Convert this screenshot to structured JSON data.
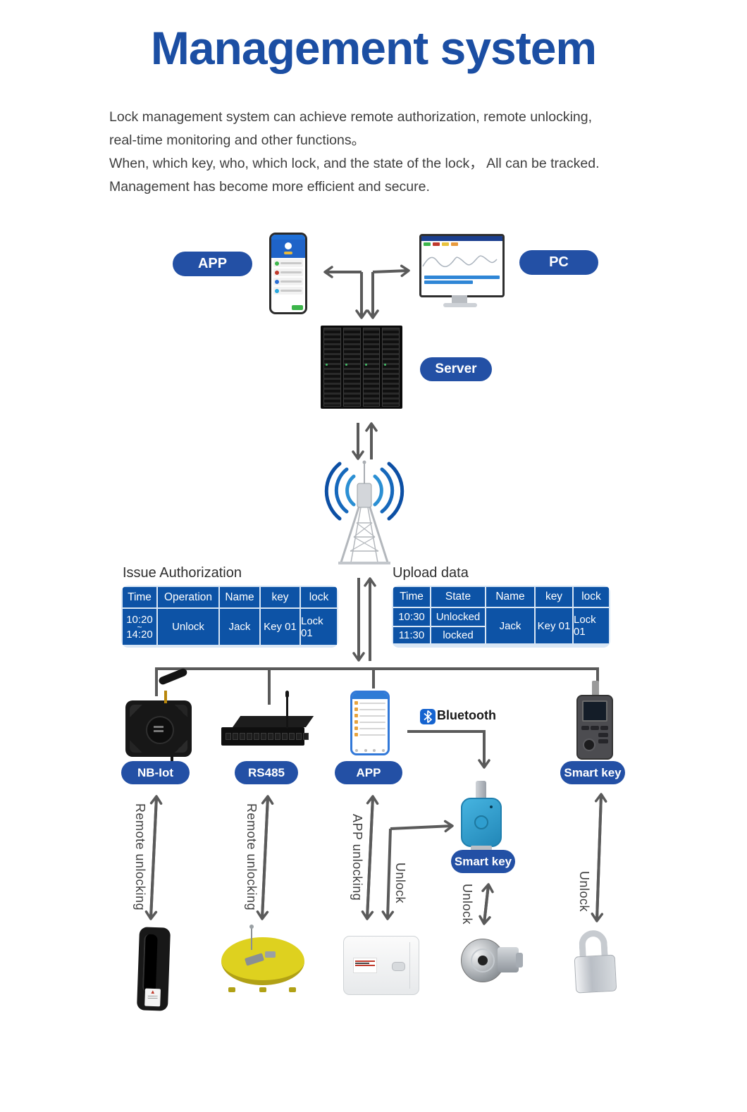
{
  "title": "Management system",
  "intro": {
    "lines": [
      "Lock management system can achieve remote authorization, remote unlocking,",
      "real-time monitoring and other functions。",
      "When, which key, who, which lock, and the state of the lock， All can be tracked.",
      "Management has become more efficient and secure."
    ]
  },
  "nodes": {
    "app_top": "APP",
    "pc": "PC",
    "server": "Server",
    "nb_iot": "NB-Iot",
    "rs485": "RS485",
    "app_bottom": "APP",
    "smart_key_right": "Smart key",
    "smart_key_center": "Smart key",
    "bluetooth": "Bluetooth"
  },
  "issue_table": {
    "heading": "Issue Authorization",
    "headers": [
      "Time",
      "Operation",
      "Name",
      "key",
      "lock"
    ],
    "row": {
      "time_start": "10:20",
      "time_sep": "~",
      "time_end": "14:20",
      "operation": "Unlock",
      "name": "Jack",
      "key": "Key 01",
      "lock": "Lock 01"
    }
  },
  "upload_table": {
    "heading": "Upload data",
    "headers": [
      "Time",
      "State",
      "Name",
      "key",
      "lock"
    ],
    "rows": [
      {
        "time": "10:30",
        "state": "Unlocked"
      },
      {
        "time": "11:30",
        "state": "locked"
      }
    ],
    "merged": {
      "name": "Jack",
      "key": "Key 01",
      "lock": "Lock 01"
    }
  },
  "flow_labels": {
    "remote_unlocking_1": "Remote unlocking",
    "remote_unlocking_2": "Remote unlocking",
    "app_unlocking": "APP unlocking",
    "unlock_branch": "Unlock",
    "unlock_center": "Unlock",
    "unlock_right": "Unlock"
  },
  "colors": {
    "title_blue": "#1b4ea3",
    "pill_blue": "#2350a5",
    "table_blue": "#0d53a6",
    "connector_gray": "#5a5a5a",
    "bluetooth_blue": "#1563cf",
    "smart_key_blue": "#35a7d8"
  }
}
